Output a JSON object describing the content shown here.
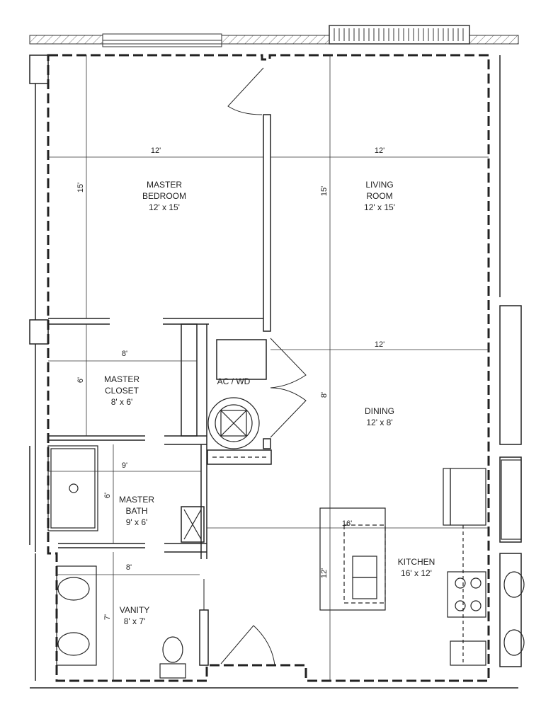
{
  "rooms": {
    "master_bedroom": {
      "name1": "MASTER",
      "name2": "BEDROOM",
      "size": "12' x 15'"
    },
    "living_room": {
      "name1": "LIVING",
      "name2": "ROOM",
      "size": "12' x 15'"
    },
    "master_closet": {
      "name1": "MASTER",
      "name2": "CLOSET",
      "size": "8' x 6'"
    },
    "ac_wd": {
      "name": "AC / WD"
    },
    "dining": {
      "name": "DINING",
      "size": "12' x 8'"
    },
    "master_bath": {
      "name1": "MASTER",
      "name2": "BATH",
      "size": "9' x 6'"
    },
    "kitchen": {
      "name": "KITCHEN",
      "size": "16' x 12'"
    },
    "vanity": {
      "name": "VANITY",
      "size": "8' x 7'"
    }
  },
  "dimensions": {
    "bedroom_width": "12'",
    "living_width": "12'",
    "bedroom_depth": "15'",
    "living_depth": "15'",
    "closet_width": "8'",
    "closet_depth": "6'",
    "dining_width": "12'",
    "dining_depth": "8'",
    "bath_width": "9'",
    "bath_depth": "6'",
    "kitchen_width": "16'",
    "kitchen_depth": "12'",
    "vanity_width": "8'",
    "vanity_depth": "7'"
  },
  "colors": {
    "line": "#222222",
    "hatch": "#555555",
    "background": "#ffffff"
  }
}
